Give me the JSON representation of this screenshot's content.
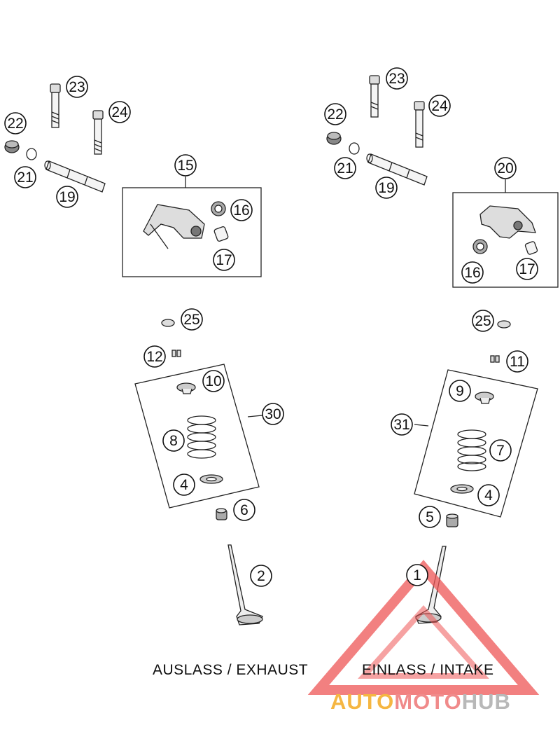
{
  "captions": {
    "exhaust": "AUSLASS / EXHAUST",
    "intake": "EINLASS / INTAKE"
  },
  "callouts": {
    "ex_23": "23",
    "ex_24": "24",
    "ex_22": "22",
    "ex_21": "21",
    "ex_19": "19",
    "ex_15": "15",
    "ex_16": "16",
    "ex_17": "17",
    "ex_25": "25",
    "ex_12": "12",
    "ex_10": "10",
    "ex_30": "30",
    "ex_8": "8",
    "ex_4": "4",
    "ex_6": "6",
    "ex_2": "2",
    "in_23": "23",
    "in_24": "24",
    "in_22": "22",
    "in_21": "21",
    "in_19": "19",
    "in_20": "20",
    "in_16": "16",
    "in_17": "17",
    "in_25": "25",
    "in_11": "11",
    "in_9": "9",
    "in_31": "31",
    "in_7": "7",
    "in_4": "4",
    "in_5": "5",
    "in_1": "1"
  },
  "watermark": {
    "part_auto": "AUTO",
    "part_moto": "MOTO",
    "part_hub": "HUB",
    "colors": {
      "auto": "#f5b642",
      "moto": "#f08a8a",
      "hub": "#b8b8b8",
      "triangle": "#ee5555"
    }
  }
}
